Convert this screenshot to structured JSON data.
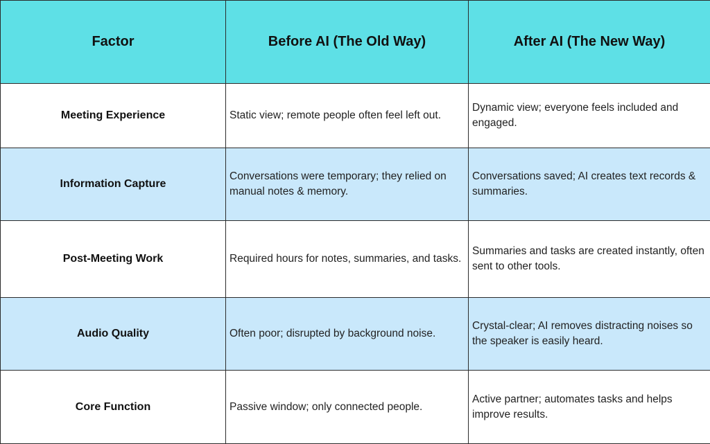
{
  "table": {
    "colors": {
      "header_bg": "#5ee0e6",
      "alt_row_bg": "#c9e8fb",
      "row_bg": "#ffffff",
      "border": "#2b2b2b"
    },
    "headers": [
      "Factor",
      "Before AI (The Old Way)",
      "After AI (The New Way)"
    ],
    "rows": [
      {
        "factor": "Meeting Experience",
        "before": "Static view; remote people often feel left out.",
        "after": "Dynamic view; everyone feels included and engaged."
      },
      {
        "factor": "Information Capture",
        "before": "Conversations were temporary; they relied on manual notes & memory.",
        "after": "Conversations saved; AI creates text records & summaries."
      },
      {
        "factor": "Post-Meeting Work",
        "before": "Required hours for notes, summaries, and tasks.",
        "after": "Summaries and tasks are created instantly, often sent to other tools."
      },
      {
        "factor": "Audio Quality",
        "before": "Often poor; disrupted by background noise.",
        "after": "Crystal-clear; AI removes distracting noises so the speaker is easily heard."
      },
      {
        "factor": "Core Function",
        "before": "Passive window; only connected people.",
        "after": "Active partner; automates tasks and helps improve results."
      }
    ]
  }
}
